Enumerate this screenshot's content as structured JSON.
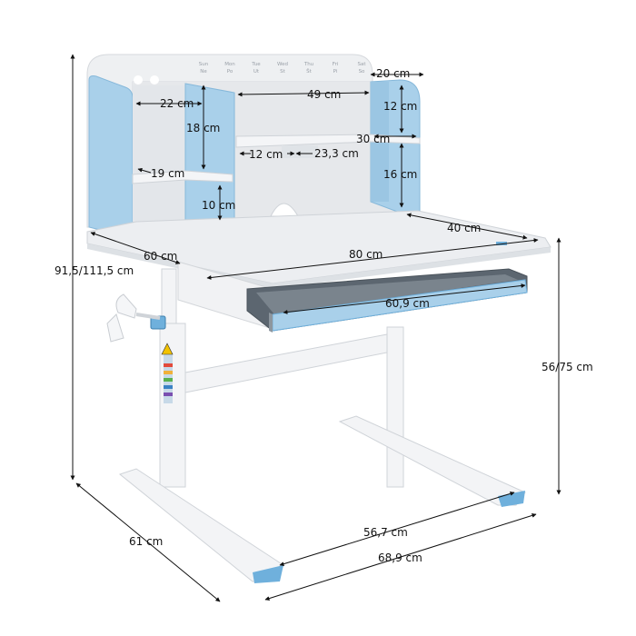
{
  "colors": {
    "blue": "#a9d0ea",
    "blue_dark": "#6fb0dc",
    "white_board": "#eef0f2",
    "frame": "#f3f4f6",
    "drawer_dark": "#5c6670"
  },
  "calendar": {
    "days": [
      "Sun",
      "Mon",
      "Tue",
      "Wed",
      "Thu",
      "Fri",
      "Sat"
    ],
    "subs": [
      "Ne",
      "Po",
      "Ut",
      "St",
      "Št",
      "Pi",
      "So"
    ]
  },
  "dimensions": {
    "total_height": "91,5/111,5 cm",
    "desk_height": "56/75 cm",
    "hutch_width": "49 cm",
    "side_shelf_width": "20 cm",
    "left_upper_depth": "22 cm",
    "right_upper_height": "12 cm",
    "left_upper_height": "18 cm",
    "shelf_width": "30 cm",
    "small_shelf": "12 cm",
    "middle_shelf": "23,3 cm",
    "right_lower_height": "16 cm",
    "left_shelf_width": "19 cm",
    "left_lower_height": "10 cm",
    "shelf_depth": "40 cm",
    "desk_depth": "60 cm",
    "desk_width": "80 cm",
    "drawer_width": "60,9 cm",
    "base_depth": "61 cm",
    "inner_base_width": "56,7 cm",
    "outer_base_width": "68,9 cm"
  }
}
